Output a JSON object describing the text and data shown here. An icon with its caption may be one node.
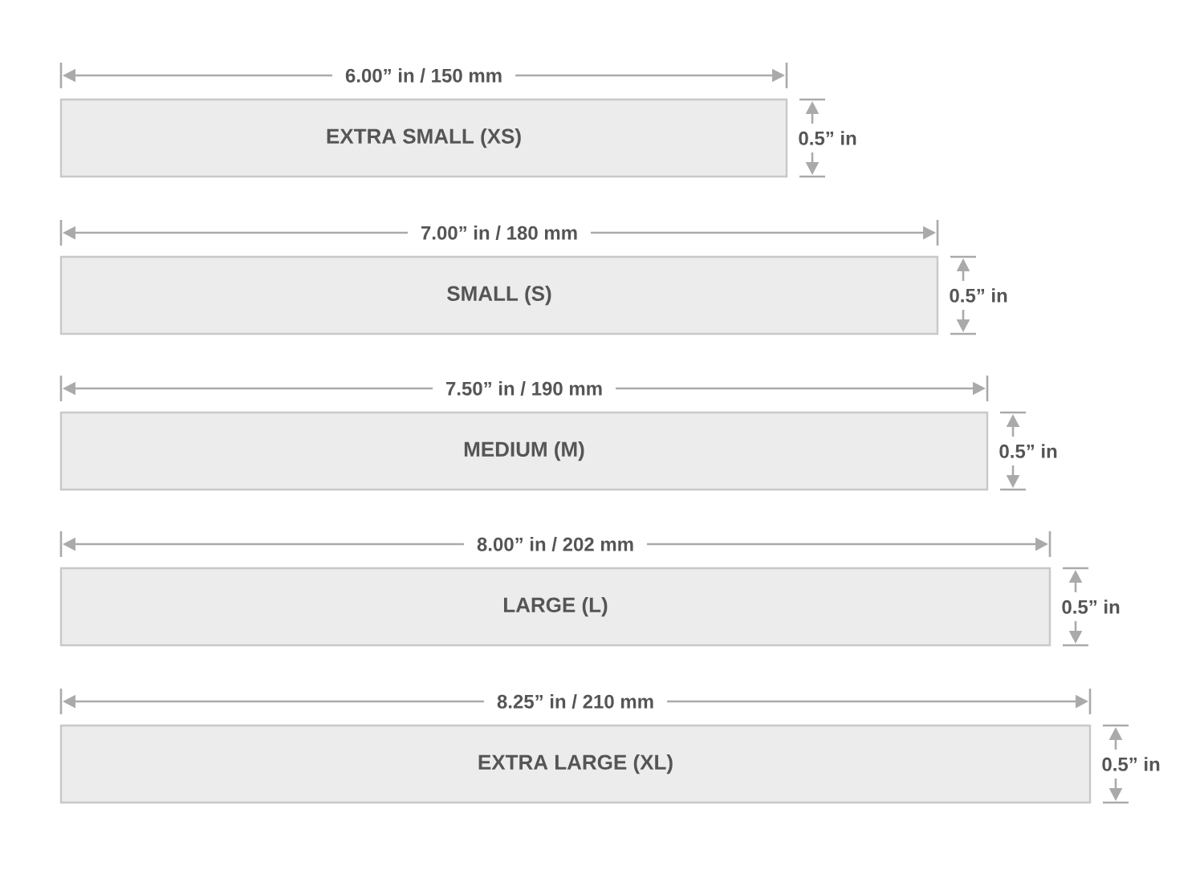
{
  "diagram": {
    "nodes": [
      {
        "text": [
          "EXTRA SMALL (XS)"
        ]
      },
      {
        "text": [
          "SMALL (S)"
        ]
      },
      {
        "text": [
          "MEDIUM (M)"
        ]
      },
      {
        "text": [
          "LARGE (L)"
        ]
      },
      {
        "text": [
          "EXTRA LARGE (XL)"
        ]
      }
    ],
    "labels": [
      "6.00” in / 150 mm",
      "0.5” in",
      "7.00” in / 180 mm",
      "0.5” in",
      "7.50” in / 190 mm",
      "0.5” in",
      "8.00” in / 202 mm",
      "0.5” in",
      "8.25” in / 210 mm",
      "0.5” in"
    ]
  }
}
